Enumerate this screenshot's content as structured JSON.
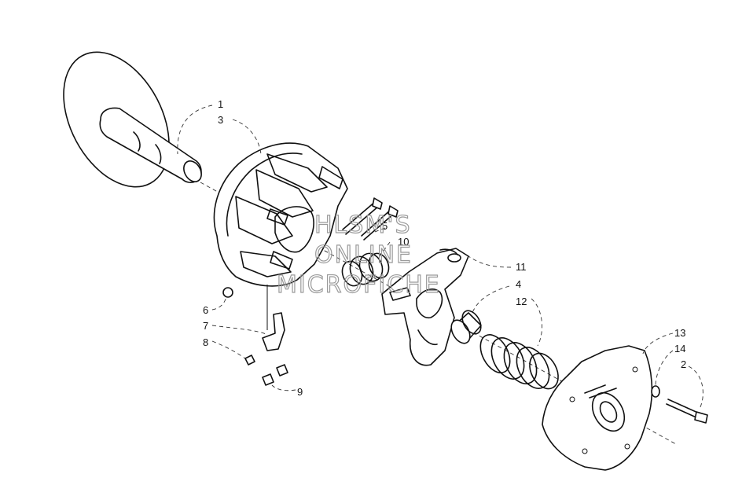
{
  "watermark": {
    "line1": "HLSM'S",
    "line2": "ONLINE",
    "line3": "MICROFICHE"
  },
  "callouts": [
    {
      "id": "c1",
      "text": "1"
    },
    {
      "id": "c3",
      "text": "3"
    },
    {
      "id": "c5",
      "text": "5"
    },
    {
      "id": "c10",
      "text": "10"
    },
    {
      "id": "c11",
      "text": "11"
    },
    {
      "id": "c4",
      "text": "4"
    },
    {
      "id": "c12",
      "text": "12"
    },
    {
      "id": "c6",
      "text": "6"
    },
    {
      "id": "c7",
      "text": "7"
    },
    {
      "id": "c8",
      "text": "8"
    },
    {
      "id": "c9",
      "text": "9"
    },
    {
      "id": "c13",
      "text": "13"
    },
    {
      "id": "c14",
      "text": "14"
    },
    {
      "id": "c2",
      "text": "2"
    }
  ]
}
